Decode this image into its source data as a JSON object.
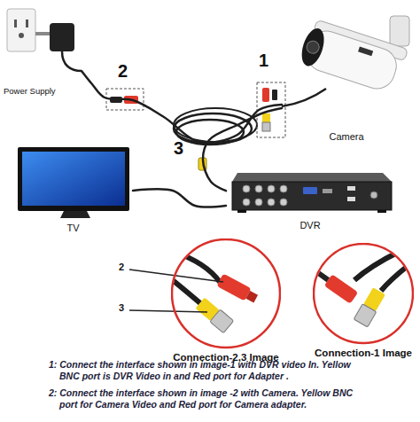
{
  "diagram": {
    "nodes": [
      {
        "text": [
          "Power Supply"
        ]
      },
      {
        "text": [
          "Camera"
        ]
      },
      {
        "text": [
          "TV"
        ]
      },
      {
        "text": [
          "DVR"
        ]
      },
      {
        "text": [
          "Connection-2,3 Image"
        ]
      },
      {
        "text": [
          "Connection-1 Image"
        ]
      }
    ],
    "edges": [
      {
        "from": 0,
        "to": 1,
        "arrow": "none"
      },
      {
        "from": 3,
        "to": 1,
        "arrow": "none"
      },
      {
        "from": 2,
        "to": 3,
        "arrow": "none"
      }
    ],
    "labels": [
      "2",
      "1",
      "3",
      "2",
      "3",
      "1: Connect the interface shown in image-1 with DVR video In. Yellow BNC port is DVR Video in and Red port for Adapter .",
      "2: Connect the interface shown in image -2 with Camera. Yellow BNC port for Camera Video and Red port for Camera adapter."
    ]
  }
}
